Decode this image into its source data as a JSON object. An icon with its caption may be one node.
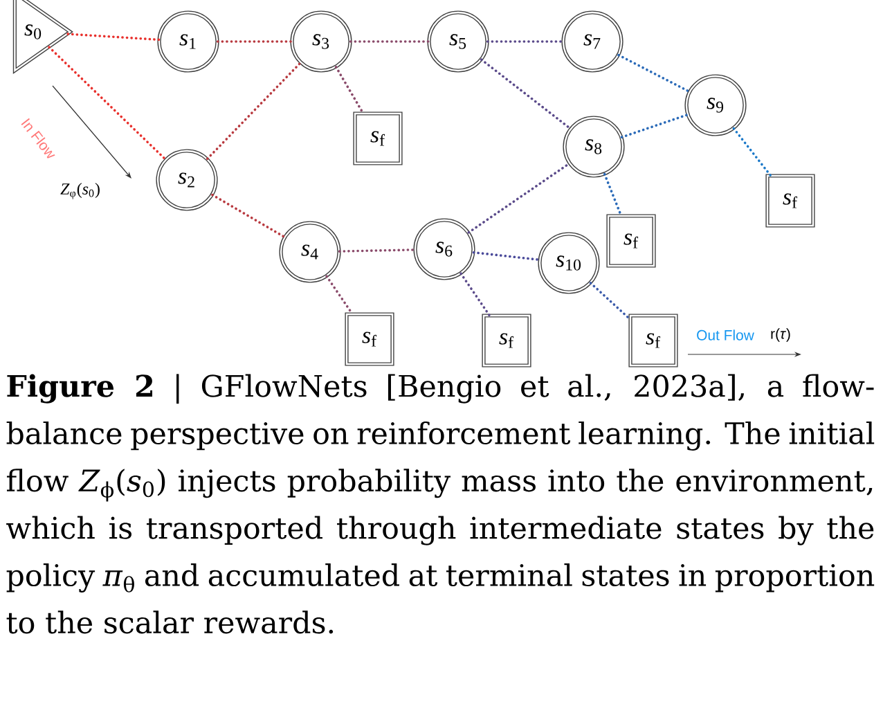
{
  "diagram": {
    "caption": "**Figure 2** | GFlowNets [Bengio et al., 2023a], a flow-balance perspective on reinforcement learning. The initial flow *Z*$_{ϕ}$(*s*$_{0}$) injects probability mass into the environment, which is transported through intermediate states by the policy *π*$_{θ}$ and accumulated at terminal states in proportion to the scalar rewards.",
    "nodes": [
      {
        "text": [
          "*s*$_{0}$"
        ]
      },
      {
        "text": [
          "*s*$_{1}$"
        ]
      },
      {
        "text": [
          "*s*$_{3}$"
        ]
      },
      {
        "text": [
          "*s*$_{5}$"
        ]
      },
      {
        "text": [
          "*s*$_{7}$"
        ]
      },
      {
        "text": [
          "*s*$_{9}$"
        ]
      },
      {
        "text": [
          "*s*$_{f}$"
        ]
      },
      {
        "text": [
          "*s*$_{8}$"
        ]
      },
      {
        "text": [
          "*s*$_{2}$"
        ]
      },
      {
        "text": [
          "*s*$_{f}$"
        ]
      },
      {
        "text": [
          "*s*$_{f}$"
        ]
      },
      {
        "text": [
          "*s*$_{6}$"
        ]
      },
      {
        "text": [
          "*s*$_{4}$"
        ]
      },
      {
        "text": [
          "*s*$_{10}$"
        ]
      },
      {
        "text": [
          "*s*$_{f}$"
        ]
      },
      {
        "text": [
          "*s*$_{f}$"
        ]
      },
      {
        "text": [
          "*s*$_{f}$"
        ]
      }
    ],
    "edges": [
      {
        "from": 0,
        "to": 1,
        "arrow": "none",
        "color": "#e8302c"
      },
      {
        "from": 0,
        "to": 8,
        "arrow": "none",
        "color": "#e8302c"
      },
      {
        "from": 1,
        "to": 2,
        "arrow": "none",
        "color": "#b8393f"
      },
      {
        "from": 8,
        "to": 2,
        "arrow": "none",
        "color": "#b8393f"
      },
      {
        "from": 2,
        "to": 3,
        "arrow": "none",
        "color": "#8a4a6a"
      },
      {
        "from": 2,
        "to": 6,
        "arrow": "none",
        "color": "#8a4a6a"
      },
      {
        "from": 8,
        "to": 12,
        "arrow": "none",
        "color": "#b8393f"
      },
      {
        "from": 12,
        "to": 11,
        "arrow": "none",
        "color": "#8a4a6a"
      },
      {
        "from": 12,
        "to": 14,
        "arrow": "none",
        "color": "#8a4a6a"
      },
      {
        "from": 3,
        "to": 4,
        "arrow": "none",
        "color": "#5a4a8a"
      },
      {
        "from": 3,
        "to": 7,
        "arrow": "none",
        "color": "#5a4a8a"
      },
      {
        "from": 4,
        "to": 5,
        "arrow": "none",
        "color": "#2a6ab8"
      },
      {
        "from": 7,
        "to": 5,
        "arrow": "none",
        "color": "#2a6ab8"
      },
      {
        "from": 7,
        "to": 10,
        "arrow": "none",
        "color": "#2a6ab8"
      },
      {
        "from": 5,
        "to": 9,
        "arrow": "none",
        "color": "#1a78c8"
      },
      {
        "from": 11,
        "to": 7,
        "arrow": "none",
        "color": "#5a4a8a"
      },
      {
        "from": 11,
        "to": 13,
        "arrow": "none",
        "color": "#4a4a9a"
      },
      {
        "from": 11,
        "to": 15,
        "arrow": "none",
        "color": "#5a4a8a"
      },
      {
        "from": 13,
        "to": 16,
        "arrow": "none",
        "color": "#3a5aaa"
      }
    ],
    "labels": [
      "In Flow",
      "*Z*$_{φ}$(*s*$_{0}$)",
      "Out Flow",
      "r(*τ*)"
    ]
  }
}
